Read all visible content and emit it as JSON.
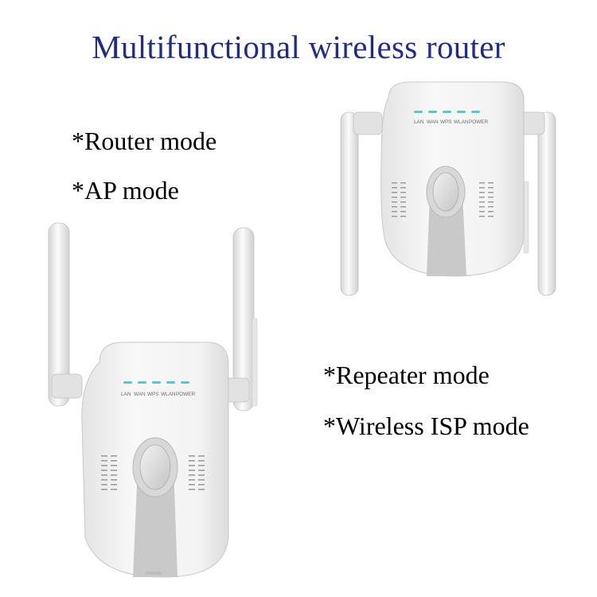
{
  "title": "Multifunctional wireless router",
  "features": {
    "router": "*Router mode",
    "ap": "*AP mode",
    "repeater": "*Repeater mode",
    "isp": "*Wireless ISP mode"
  },
  "led_labels": [
    "LAN",
    "WAN",
    "WPS",
    "WLAN",
    "POWER"
  ],
  "colors": {
    "title": "#1f2c8c",
    "led": "#38d2ec",
    "body": "#f3f3f3",
    "stripe": "#c9c9c9"
  }
}
